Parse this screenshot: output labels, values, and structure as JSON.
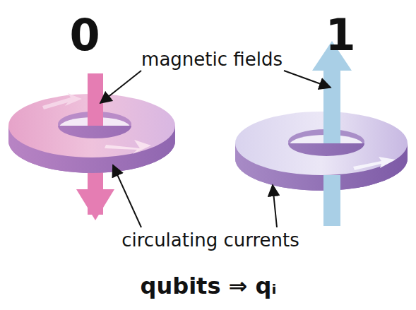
{
  "diagram": {
    "labels": [
      "0",
      "1",
      "magnetic fields",
      "circulating currents",
      "qubits ⇒ qᵢ"
    ]
  }
}
